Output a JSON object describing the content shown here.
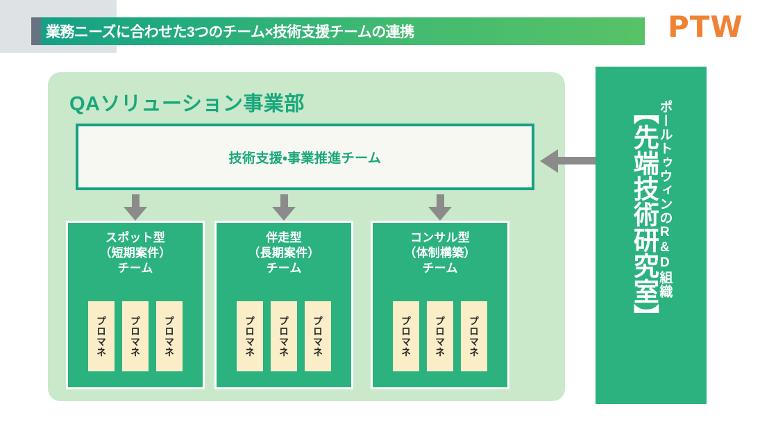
{
  "header": {
    "title": "業務ニーズに合わせた3つのチーム×技術支援チームの連携",
    "logo": "PTW",
    "banner_gradient_start": "#16A085",
    "banner_gradient_end": "#58C267",
    "accent_bar_color": "#687382",
    "logo_color": "#EF8334"
  },
  "division": {
    "title": "QAソリューション事業部",
    "panel_color": "#C9E9CA",
    "title_color": "#19A77C",
    "support_team": {
      "label": "技術支援・事業推進チーム",
      "fill_color": "#F8F8F2",
      "border_color": "#16A085"
    },
    "teams": [
      {
        "line1": "スポット型",
        "line2": "（短期案件）",
        "line3": "チーム",
        "members": [
          "プロマネ",
          "プロマネ",
          "プロマネ"
        ]
      },
      {
        "line1": "伴走型",
        "line2": "（長期案件）",
        "line3": "チーム",
        "members": [
          "プロマネ",
          "プロマネ",
          "プロマネ"
        ]
      },
      {
        "line1": "コンサル型",
        "line2": "（体制構築）",
        "line3": "チーム",
        "members": [
          "プロマネ",
          "プロマネ",
          "プロマネ"
        ]
      }
    ],
    "team_box_color": "#2BB27F",
    "member_card_color": "#FAEDC8"
  },
  "rnd_lab": {
    "title": "【先端技術研究室】",
    "subtitle": "ポールトゥウィンのR&D組織",
    "panel_color": "#2BB27F"
  },
  "arrows": {
    "color": "#8B8B8B"
  }
}
